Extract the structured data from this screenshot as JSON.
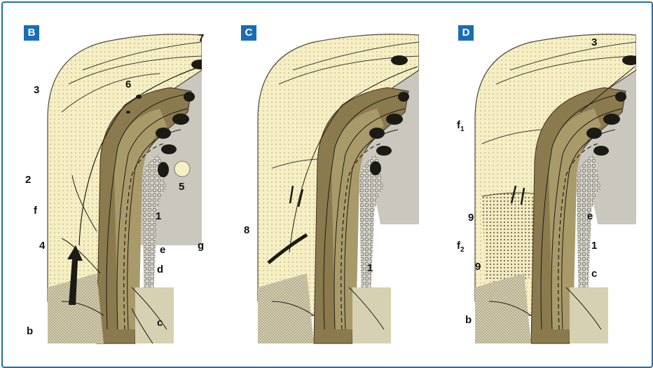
{
  "colors": {
    "border": "#1f6fb3",
    "tag_bg": "#1a6db5",
    "cream": "#f5efc3",
    "tan_dark": "#8a7a4e",
    "tan_light": "#cfc6a4",
    "grey": "#c9c7be",
    "node": "#1b1a14"
  },
  "panels": [
    {
      "tag": "B",
      "labels": {
        "n7": "7",
        "n6": "6",
        "n3": "3",
        "n2": "2",
        "n5": "5",
        "f": "f",
        "n1": "1",
        "n4": "4",
        "e": "e",
        "g": "g",
        "d": "d",
        "b": "b",
        "c": "c"
      }
    },
    {
      "tag": "C",
      "labels": {
        "n8": "8",
        "n1": "1"
      }
    },
    {
      "tag": "D",
      "labels": {
        "n3": "3",
        "f1_base": "f",
        "f1_sub": "1",
        "n9a": "9",
        "e": "e",
        "f2_base": "f",
        "f2_sub": "2",
        "n1": "1",
        "n9b": "9",
        "c": "c",
        "b": "b"
      }
    }
  ]
}
